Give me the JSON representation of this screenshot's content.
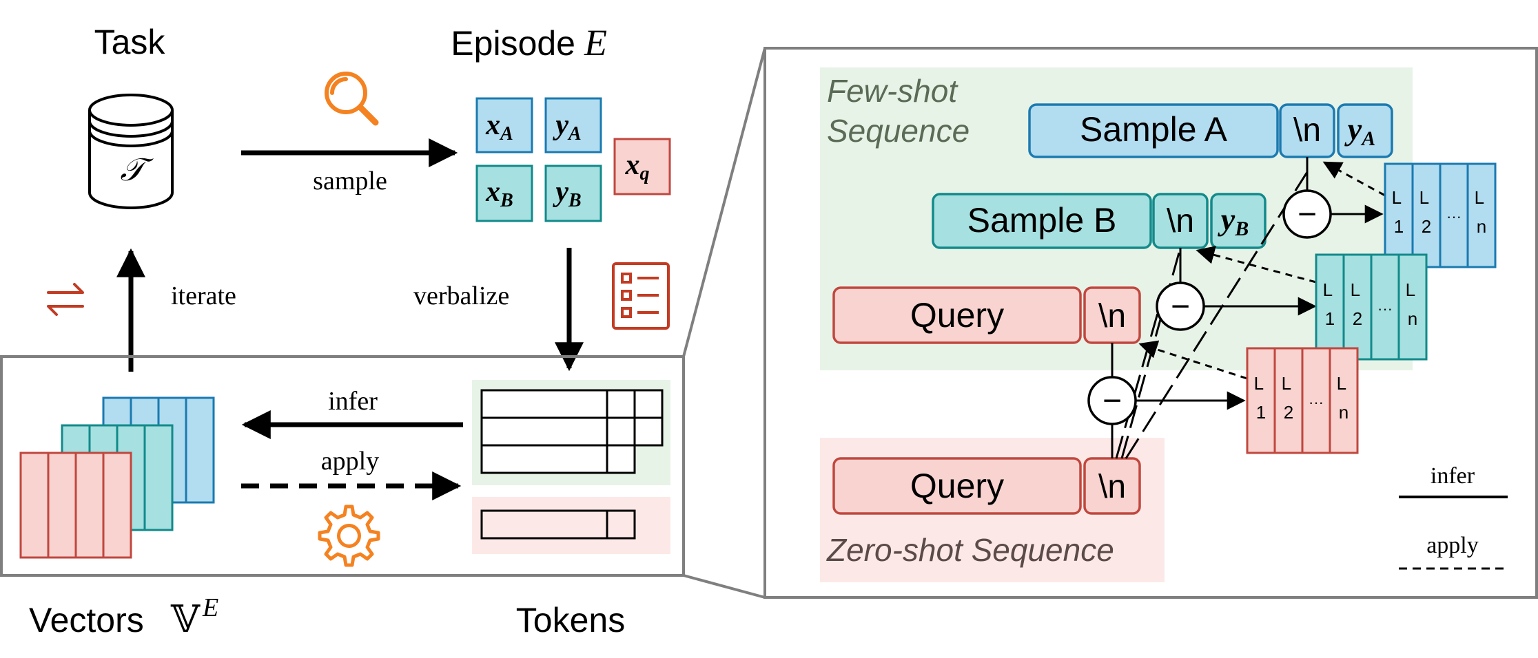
{
  "colors": {
    "blue_fill": "#b2dcf0",
    "blue_stroke": "#1a7ab0",
    "teal_fill": "#a6e0e0",
    "teal_stroke": "#128a8a",
    "red_fill": "#f8d3d0",
    "red_stroke": "#c0473e",
    "green_bg": "#e8f3e8",
    "pink_bg": "#fce9e7",
    "orange_icon": "#f58220",
    "dark_red_icon": "#c23b22",
    "gray_frame": "#7f7f7f",
    "green_text": "#5a6b56",
    "brown_text": "#5a4a48"
  },
  "labels": {
    "task": "Task",
    "episode": "Episode",
    "episode_sym": "E",
    "task_sym": "𝒯",
    "sample": "sample",
    "iterate": "iterate",
    "verbalize": "verbalize",
    "infer": "infer",
    "apply": "apply",
    "vectors": "Vectors",
    "vectors_sym": "𝕍",
    "vectors_sup": "E",
    "tokens": "Tokens"
  },
  "episode_cells": {
    "xA": "x",
    "xA_sub": "A",
    "yA": "y",
    "yA_sub": "A",
    "xB": "x",
    "xB_sub": "B",
    "yB": "y",
    "yB_sub": "B",
    "xq": "x",
    "xq_sub": "q"
  },
  "detail": {
    "few_shot_l1": "Few-shot",
    "few_shot_l2": "Sequence",
    "zero_shot": "Zero-shot Sequence",
    "sample_a": "Sample A",
    "sample_b": "Sample B",
    "query": "Query",
    "newline": "\\n",
    "yA": "y",
    "yA_sub": "A",
    "yB": "y",
    "yB_sub": "B",
    "minus": "−",
    "layer_1": "L",
    "layer_1_num": "1",
    "layer_2": "L",
    "layer_2_num": "2",
    "layer_dots": "···",
    "layer_n": "L",
    "layer_n_num": "n",
    "legend_infer": "infer",
    "legend_apply": "apply"
  }
}
